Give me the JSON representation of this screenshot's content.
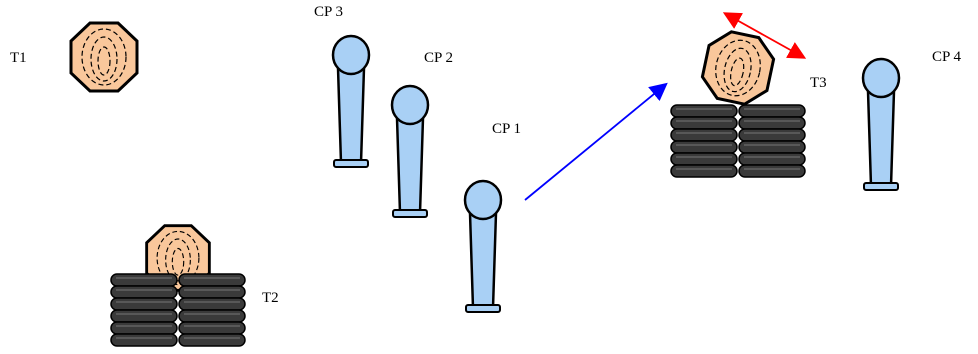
{
  "labels": {
    "t1": "T1",
    "t2": "T2",
    "t3": "T3",
    "cp1": "CP 1",
    "cp2": "CP 2",
    "cp3": "CP 3",
    "cp4": "CP 4"
  },
  "colors": {
    "target_fill": "#f9c79b",
    "post_fill": "#a9d0f5",
    "tire_fill": "#3a3a3a",
    "blue_arrow": "#0000ff",
    "red_arrow": "#ff0000",
    "outline": "#000000"
  }
}
